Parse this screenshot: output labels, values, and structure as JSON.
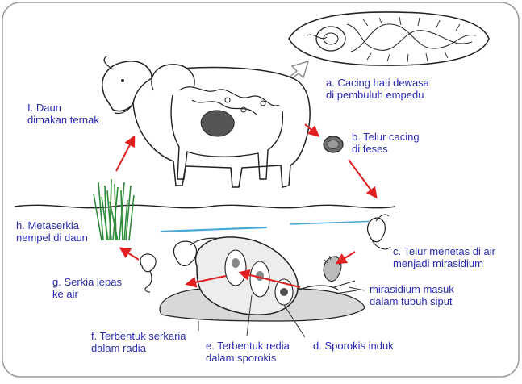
{
  "colors": {
    "label_text": "#2b2bb0",
    "arrow": "#e02020",
    "frame": "#9a9a9a",
    "grass": "#2e8b3a",
    "water": "#4aa8d8",
    "ink": "#222222"
  },
  "labels": {
    "a": {
      "line1": "a. Cacing hati dewasa",
      "line2": "di pembuluh empedu"
    },
    "b": {
      "line1": "b. Telur cacing",
      "line2": "di feses"
    },
    "c": {
      "line1": "c. Telur menetas di air",
      "line2": "menjadi mirasidium"
    },
    "snail_entry": {
      "line1": "mirasidium masuk",
      "line2": "dalam tubuh siput"
    },
    "d": {
      "line1": "d. Sporokis induk"
    },
    "e": {
      "line1": "e. Terbentuk redia",
      "line2": "dalam sporokis"
    },
    "f": {
      "line1": "f. Terbentuk serkaria",
      "line2": "dalam radia"
    },
    "g": {
      "line1": "g. Serkia lepas",
      "line2": "ke air"
    },
    "h": {
      "line1": "h. Metaserkia",
      "line2": "nempel di daun"
    },
    "i": {
      "line1": "I. Daun",
      "line2": "dimakan ternak"
    }
  },
  "icons": [
    "liver-fluke-icon",
    "sheep-icon",
    "egg-icon",
    "miracidium-icon",
    "snail-icon",
    "cercaria-icon",
    "grass-icon"
  ]
}
